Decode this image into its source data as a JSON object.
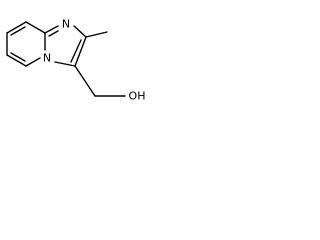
{
  "structure": {
    "atoms": {
      "ring_nitrogen_top": "N",
      "ring_nitrogen_bridge": "N",
      "hydroxyl": "OH"
    }
  }
}
